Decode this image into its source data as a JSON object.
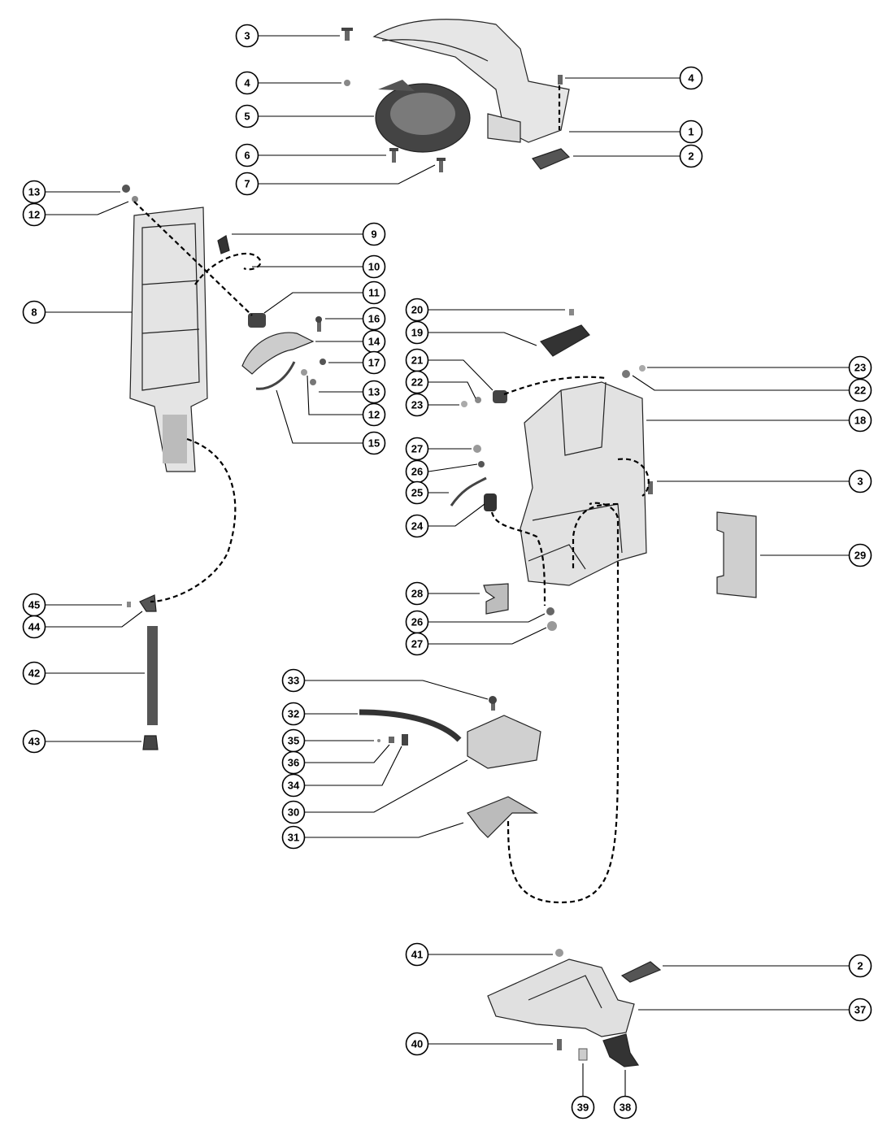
{
  "callouts": [
    {
      "id": "c-3a",
      "label": "3"
    },
    {
      "id": "c-4a",
      "label": "4"
    },
    {
      "id": "c-5",
      "label": "5"
    },
    {
      "id": "c-6",
      "label": "6"
    },
    {
      "id": "c-7",
      "label": "7"
    },
    {
      "id": "c-4b",
      "label": "4"
    },
    {
      "id": "c-1",
      "label": "1"
    },
    {
      "id": "c-2a",
      "label": "2"
    },
    {
      "id": "c-13a",
      "label": "13"
    },
    {
      "id": "c-12a",
      "label": "12"
    },
    {
      "id": "c-9",
      "label": "9"
    },
    {
      "id": "c-10",
      "label": "10"
    },
    {
      "id": "c-11",
      "label": "11"
    },
    {
      "id": "c-8",
      "label": "8"
    },
    {
      "id": "c-16",
      "label": "16"
    },
    {
      "id": "c-14",
      "label": "14"
    },
    {
      "id": "c-17",
      "label": "17"
    },
    {
      "id": "c-13b",
      "label": "13"
    },
    {
      "id": "c-12b",
      "label": "12"
    },
    {
      "id": "c-15",
      "label": "15"
    },
    {
      "id": "c-20",
      "label": "20"
    },
    {
      "id": "c-19",
      "label": "19"
    },
    {
      "id": "c-21",
      "label": "21"
    },
    {
      "id": "c-22a",
      "label": "22"
    },
    {
      "id": "c-23a",
      "label": "23"
    },
    {
      "id": "c-23b",
      "label": "23"
    },
    {
      "id": "c-22b",
      "label": "22"
    },
    {
      "id": "c-18",
      "label": "18"
    },
    {
      "id": "c-27a",
      "label": "27"
    },
    {
      "id": "c-26a",
      "label": "26"
    },
    {
      "id": "c-25",
      "label": "25"
    },
    {
      "id": "c-3b",
      "label": "3"
    },
    {
      "id": "c-24",
      "label": "24"
    },
    {
      "id": "c-29",
      "label": "29"
    },
    {
      "id": "c-28",
      "label": "28"
    },
    {
      "id": "c-45",
      "label": "45"
    },
    {
      "id": "c-44",
      "label": "44"
    },
    {
      "id": "c-26b",
      "label": "26"
    },
    {
      "id": "c-27b",
      "label": "27"
    },
    {
      "id": "c-42",
      "label": "42"
    },
    {
      "id": "c-33",
      "label": "33"
    },
    {
      "id": "c-32",
      "label": "32"
    },
    {
      "id": "c-43",
      "label": "43"
    },
    {
      "id": "c-35",
      "label": "35"
    },
    {
      "id": "c-36",
      "label": "36"
    },
    {
      "id": "c-34",
      "label": "34"
    },
    {
      "id": "c-30",
      "label": "30"
    },
    {
      "id": "c-31",
      "label": "31"
    },
    {
      "id": "c-41",
      "label": "41"
    },
    {
      "id": "c-2b",
      "label": "2"
    },
    {
      "id": "c-37",
      "label": "37"
    },
    {
      "id": "c-40",
      "label": "40"
    },
    {
      "id": "c-39",
      "label": "39"
    },
    {
      "id": "c-38",
      "label": "38"
    }
  ]
}
